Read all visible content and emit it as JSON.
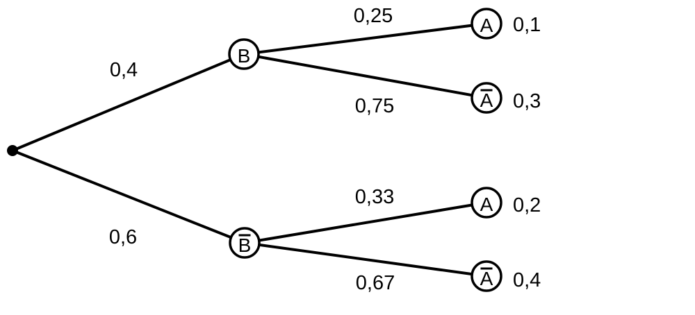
{
  "figure": {
    "type": "probability-tree-diagram",
    "background_color": "#ffffff",
    "line_color": "#000000"
  },
  "tree": {
    "root_label": "",
    "branches": [
      {
        "edge_label": "0,4",
        "node_label": "B",
        "node_has_bar": false,
        "children": [
          {
            "edge_label": "0,25",
            "node_label": "A",
            "node_has_bar": false,
            "outcome_label": "0,1"
          },
          {
            "edge_label": "0,75",
            "node_label": "A",
            "node_has_bar": true,
            "outcome_label": "0,3"
          }
        ]
      },
      {
        "edge_label": "0,6",
        "node_label": "B",
        "node_has_bar": true,
        "children": [
          {
            "edge_label": "0,33",
            "node_label": "A",
            "node_has_bar": false,
            "outcome_label": "0,2"
          },
          {
            "edge_label": "0,67",
            "node_label": "A",
            "node_has_bar": true,
            "outcome_label": "0,4"
          }
        ]
      }
    ]
  }
}
